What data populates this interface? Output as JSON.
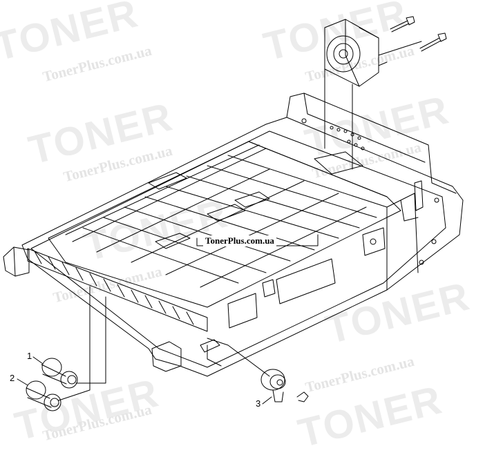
{
  "watermark": {
    "brand": "TONER",
    "site": "TonerPlus.com.ua"
  },
  "label_box": "TonerPlus.com.ua",
  "callouts": [
    "1",
    "2",
    "3"
  ]
}
